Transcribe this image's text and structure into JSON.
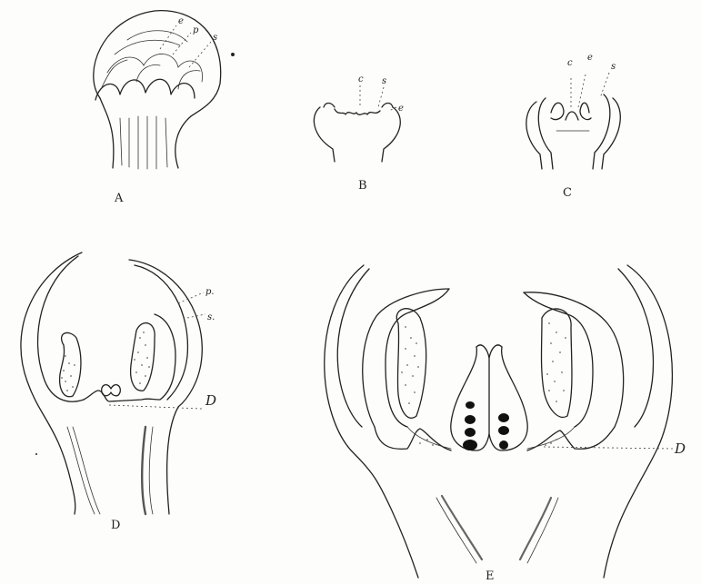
{
  "figures": [
    {
      "caption": "A",
      "labels": [
        "e",
        "p",
        "s"
      ]
    },
    {
      "caption": "B",
      "labels": [
        "c",
        "s",
        "e"
      ]
    },
    {
      "caption": "C",
      "labels": [
        "c",
        "e",
        "s"
      ]
    },
    {
      "caption": "D",
      "labels": [
        "p.",
        "s.",
        "D"
      ]
    },
    {
      "caption": "E",
      "labels": [
        "D"
      ]
    }
  ]
}
